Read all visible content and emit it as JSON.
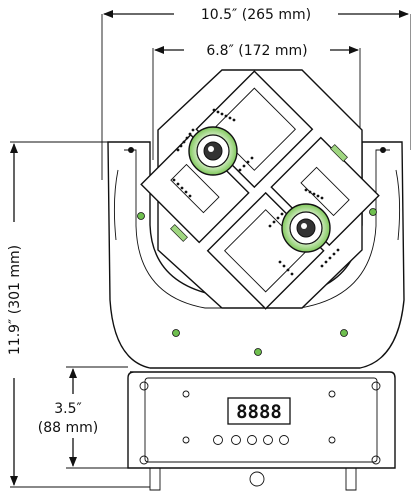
{
  "dimensions": {
    "overall_width": "10.5″ (265 mm)",
    "head_width": "6.8″ (172 mm)",
    "overall_height": "11.9″ (301 mm)",
    "base_height_line1": "3.5″",
    "base_height_line2": "(88 mm)"
  },
  "display": {
    "digits": "8888"
  },
  "colors": {
    "line": "#111111",
    "screw_accent": "#6fbf4f",
    "background": "#ffffff"
  },
  "icons": {
    "arrow": "arrowhead",
    "screw": "green-screw",
    "lens": "led-lens"
  }
}
